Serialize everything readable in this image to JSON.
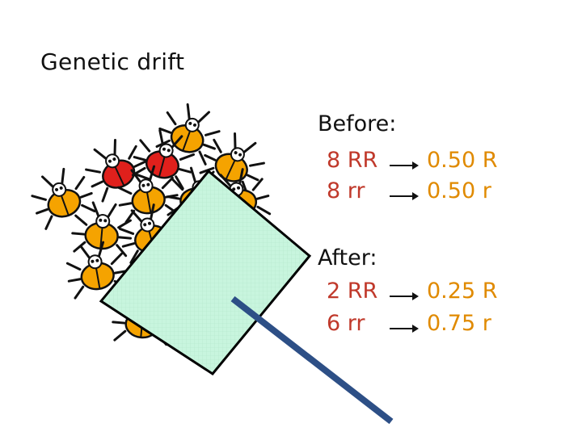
{
  "title": "Genetic drift",
  "before": {
    "label": "Before:",
    "rows": [
      {
        "genotype": "8 RR",
        "frequency": "0.50 R"
      },
      {
        "genotype": "8  rr",
        "frequency": "0.50 r"
      }
    ]
  },
  "after": {
    "label": "After:",
    "rows": [
      {
        "genotype": "2 RR",
        "frequency": "0.25 R"
      },
      {
        "genotype": "6  rr",
        "frequency": "0.75 r"
      }
    ]
  },
  "colors": {
    "red_bug": "#e0201c",
    "yellow_bug": "#f5a300",
    "swatter_fill": "#c8f5de",
    "handle": "#2d4f86",
    "genotype_text": "#c0392b",
    "frequency_text": "#e08a00"
  },
  "icons": [
    "bug-icon",
    "fly-swatter-icon",
    "arrow-right-icon"
  ]
}
